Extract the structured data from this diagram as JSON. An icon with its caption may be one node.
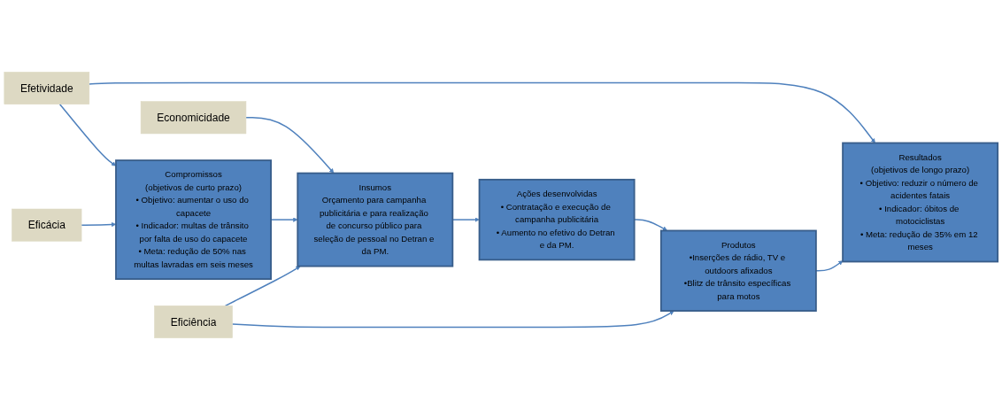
{
  "diagram": {
    "nodes": [
      {
        "text": [
          "Efetividade"
        ]
      },
      {
        "text": [
          "Economicidade"
        ]
      },
      {
        "text": [
          "Compromissos",
          "(objetivos de curto prazo)",
          "• Objetivo: aumentar o uso do capacete",
          "• Indicador: multas de trânsito por falta de uso do capacete",
          "• Meta: redução de 50% nas multas lavradas em seis meses"
        ]
      },
      {
        "text": [
          "Insumos",
          "Orçamento para campanha publicitária e para realização de concurso público para seleção de pessoal no Detran e da PM."
        ]
      },
      {
        "text": [
          "Ações desenvolvidas",
          "• Contratação e execução de campanha publicitária",
          "• Aumento no efetivo do Detran e da PM."
        ]
      },
      {
        "text": [
          "Produtos",
          "•Inserções de rádio, TV e outdoors afixados",
          "•Blitz de trânsito específicas para motos"
        ]
      },
      {
        "text": [
          "Resultados",
          "(objetivos de longo prazo)",
          "• Objetivo: reduzir o número de acidentes fatais",
          "• Indicador: óbitos de motociclistas",
          "• Meta: redução de 35% em 12 meses"
        ]
      },
      {
        "text": [
          "Eficiência"
        ]
      },
      {
        "text": [
          "Eficácia"
        ]
      }
    ],
    "edges": [
      {
        "from": 0,
        "to": 2,
        "arrow": "to"
      },
      {
        "from": 0,
        "to": 6,
        "arrow": "to"
      },
      {
        "from": 1,
        "to": 3,
        "arrow": "to"
      },
      {
        "from": 2,
        "to": 3,
        "arrow": "to"
      },
      {
        "from": 3,
        "to": 4,
        "arrow": "to"
      },
      {
        "from": 4,
        "to": 5,
        "arrow": "to"
      },
      {
        "from": 5,
        "to": 6,
        "arrow": "to"
      },
      {
        "from": 7,
        "to": 3,
        "arrow": "to"
      },
      {
        "from": 7,
        "to": 5,
        "arrow": "to"
      },
      {
        "from": 8,
        "to": 2,
        "arrow": "to"
      }
    ]
  }
}
